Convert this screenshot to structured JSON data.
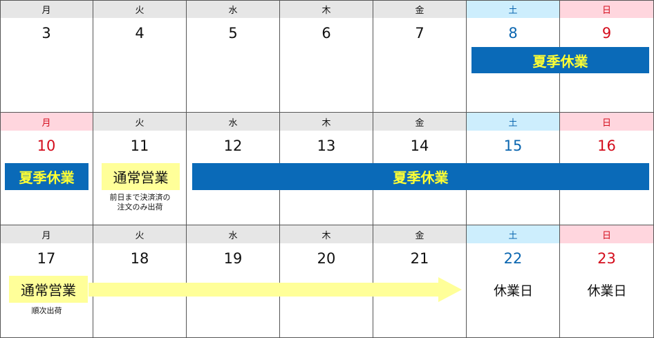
{
  "weekdays": [
    "月",
    "火",
    "水",
    "木",
    "金",
    "土",
    "日"
  ],
  "weeks": [
    {
      "days": [
        "3",
        "4",
        "5",
        "6",
        "7",
        "8",
        "9"
      ],
      "mon_holiday": false
    },
    {
      "days": [
        "10",
        "11",
        "12",
        "13",
        "14",
        "15",
        "16"
      ],
      "mon_holiday": true
    },
    {
      "days": [
        "17",
        "18",
        "19",
        "20",
        "21",
        "22",
        "23"
      ],
      "mon_holiday": false
    }
  ],
  "labels": {
    "summer_holiday": "夏季休業",
    "normal_business": "通常営業",
    "note_prev_day_paid": "前日まで決済済の\n注文のみ出荷",
    "note_sequential": "順次出荷",
    "closed_day": "休業日"
  },
  "colors": {
    "holiday_bar": "#0a6ab8",
    "holiday_text": "#ffff33",
    "business_bg": "#ffff99",
    "arrow": "#ffff99",
    "saturday_header": "#cdeefd",
    "sunday_header": "#ffd6de",
    "blue_text": "#0a66b0",
    "red_text": "#d40c1c"
  }
}
